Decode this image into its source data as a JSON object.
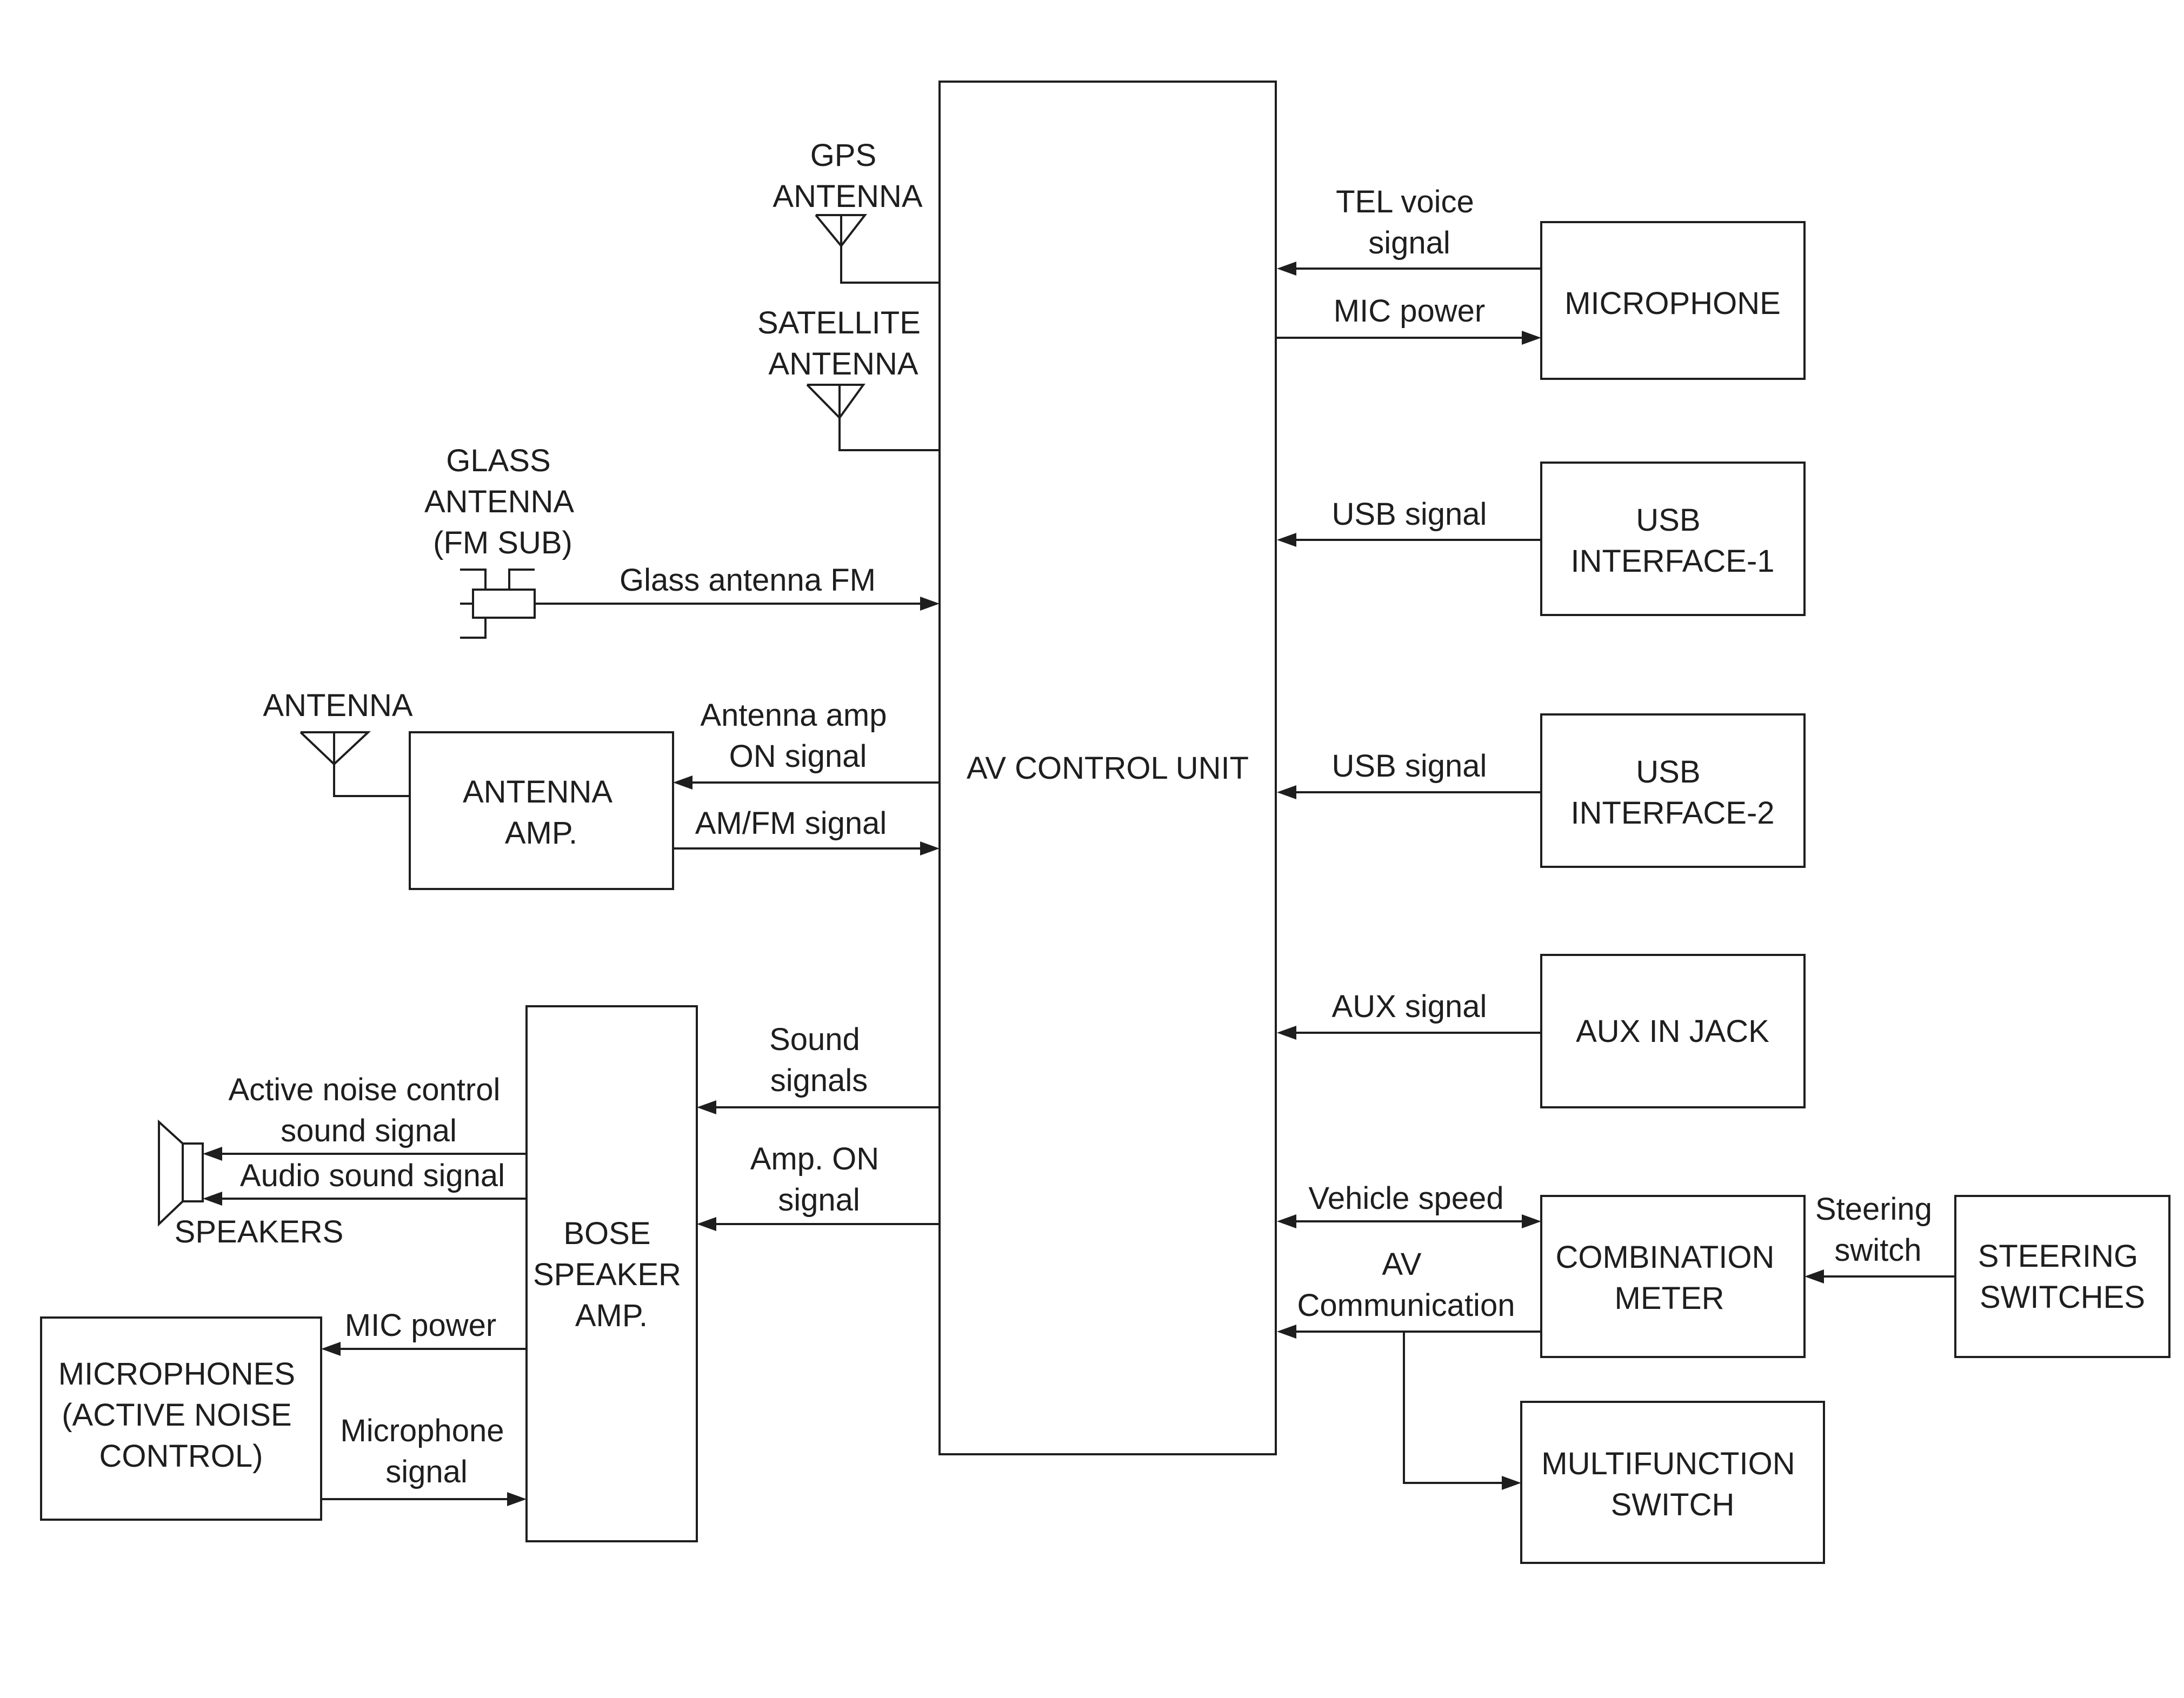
{
  "blocks": {
    "av_control_unit": "AV CONTROL UNIT",
    "microphone": "MICROPHONE",
    "usb_interface_1": [
      "USB",
      "INTERFACE-1"
    ],
    "usb_interface_2": [
      "USB",
      "INTERFACE-2"
    ],
    "aux_in_jack": "AUX IN JACK",
    "combination_meter": [
      "COMBINATION",
      "METER"
    ],
    "steering_switches": [
      "STEERING",
      "SWITCHES"
    ],
    "multifunction_switch": [
      "MULTIFUNCTION",
      "SWITCH"
    ],
    "antenna_amp": [
      "ANTENNA",
      "AMP."
    ],
    "bose_speaker_amp": [
      "BOSE",
      "SPEAKER",
      "AMP."
    ],
    "microphones_anc": [
      "MICROPHONES",
      "(ACTIVE NOISE",
      "CONTROL)"
    ]
  },
  "components": {
    "gps_antenna": [
      "GPS",
      "ANTENNA"
    ],
    "satellite_antenna": [
      "SATELLITE",
      "ANTENNA"
    ],
    "glass_antenna": [
      "GLASS",
      "ANTENNA",
      "(FM SUB)"
    ],
    "antenna": "ANTENNA",
    "speakers": "SPEAKERS"
  },
  "signals": {
    "tel_voice": [
      "TEL voice",
      "signal"
    ],
    "mic_power_right": "MIC power",
    "usb_signal_1": "USB signal",
    "usb_signal_2": "USB signal",
    "aux_signal": "AUX signal",
    "vehicle_speed": "Vehicle speed",
    "av_communication": [
      "AV",
      "Communication"
    ],
    "steering_switch": [
      "Steering",
      "switch"
    ],
    "glass_antenna_fm": "Glass antenna FM",
    "antenna_amp_on": [
      "Antenna amp",
      "ON signal"
    ],
    "am_fm_signal": "AM/FM signal",
    "sound_signals": [
      "Sound",
      "signals"
    ],
    "amp_on_signal": [
      "Amp. ON",
      "signal"
    ],
    "active_noise_sound": [
      "Active noise control",
      "sound signal"
    ],
    "audio_sound": "Audio sound signal",
    "mic_power_left": "MIC power",
    "microphone_signal": [
      "Microphone",
      "signal"
    ]
  }
}
